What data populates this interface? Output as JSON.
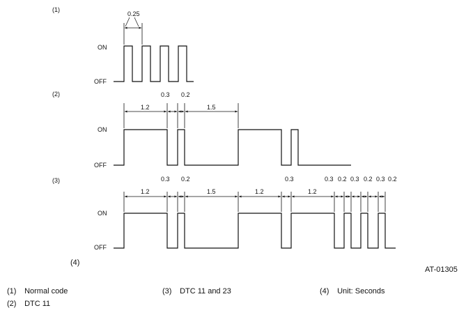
{
  "panels": [
    {
      "label": "(1)",
      "on_label": "ON",
      "off_label": "OFF",
      "dims": [
        {
          "text": "0.25"
        }
      ]
    },
    {
      "label": "(2)",
      "on_label": "ON",
      "off_label": "OFF",
      "dims": [
        {
          "text": "1.2"
        },
        {
          "text": "0.3"
        },
        {
          "text": "0.2"
        },
        {
          "text": "1.5"
        }
      ]
    },
    {
      "label": "(3)",
      "on_label": "ON",
      "off_label": "OFF",
      "dims": [
        {
          "text": "1.2"
        },
        {
          "text": "0.3"
        },
        {
          "text": "0.2"
        },
        {
          "text": "1.5"
        },
        {
          "text": "1.2"
        },
        {
          "text": "0.3"
        },
        {
          "text": "1.2"
        },
        {
          "text": "0.3"
        },
        {
          "text": "0.2"
        },
        {
          "text": "0.3"
        },
        {
          "text": "0.2"
        },
        {
          "text": "0.3"
        },
        {
          "text": "0.2"
        }
      ]
    }
  ],
  "panel4_label": "(4)",
  "figure_code": "AT-01305",
  "legend": [
    {
      "num": "(1)",
      "text": "Normal code"
    },
    {
      "num": "(2)",
      "text": "DTC 11"
    },
    {
      "num": "(3)",
      "text": "DTC 11 and 23"
    },
    {
      "num": "(4)",
      "text": "Unit: Seconds"
    }
  ]
}
